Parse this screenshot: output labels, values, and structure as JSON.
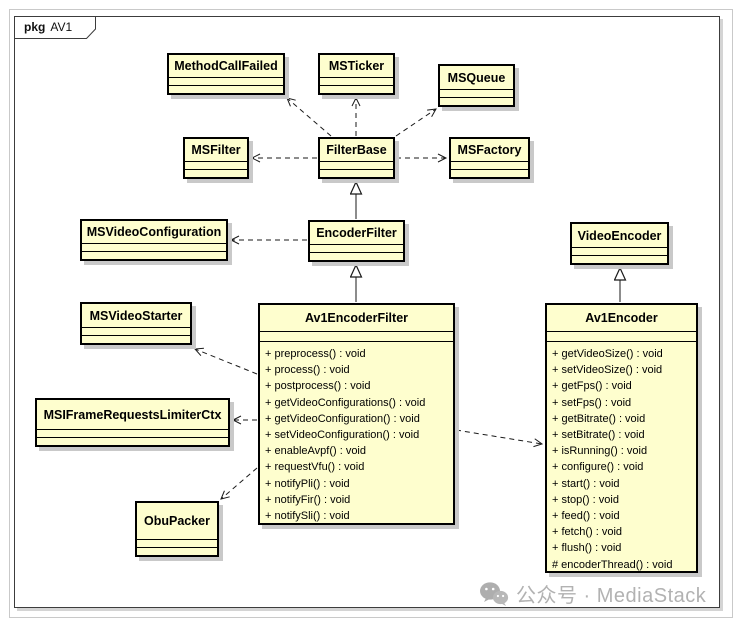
{
  "frame": {
    "keyword": "pkg",
    "title": "AV1"
  },
  "colors": {
    "class_fill": "#FEFECE",
    "class_border": "#000000",
    "shadow": "#C9C9C9",
    "frame_border": "#3C3C3C",
    "watermark_gray": "#B2B2B2"
  },
  "classes": {
    "methodCallFailed": {
      "name": "MethodCallFailed"
    },
    "msTicker": {
      "name": "MSTicker"
    },
    "msQueue": {
      "name": "MSQueue"
    },
    "msFilter": {
      "name": "MSFilter"
    },
    "filterBase": {
      "name": "FilterBase"
    },
    "msFactory": {
      "name": "MSFactory"
    },
    "msVideoConfiguration": {
      "name": "MSVideoConfiguration"
    },
    "encoderFilter": {
      "name": "EncoderFilter"
    },
    "videoEncoder": {
      "name": "VideoEncoder"
    },
    "msVideoStarter": {
      "name": "MSVideoStarter"
    },
    "msIFrameRequestsLimiterCtx": {
      "name": "MSIFrameRequestsLimiterCtx"
    },
    "obuPacker": {
      "name": "ObuPacker"
    },
    "av1EncoderFilter": {
      "name": "Av1EncoderFilter",
      "methods": [
        "+ preprocess() : void",
        "+ process() : void",
        "+ postprocess() : void",
        "+ getVideoConfigurations() : void",
        "+ getVideoConfiguration() : void",
        "+ setVideoConfiguration() : void",
        "+ enableAvpf() : void",
        "+ requestVfu() : void",
        "+ notifyPli() : void",
        "+ notifyFir() : void",
        "+ notifySli() : void"
      ]
    },
    "av1Encoder": {
      "name": "Av1Encoder",
      "methods": [
        "+ getVideoSize() : void",
        "+ setVideoSize() : void",
        "+ getFps() : void",
        "+ setFps() : void",
        "+ getBitrate() : void",
        "+ setBitrate() : void",
        "+ isRunning() : void",
        "+ configure() : void",
        "+ start() : void",
        "+ stop() : void",
        "+ feed() : void",
        "+ fetch() : void",
        "+ flush() : void",
        "# encoderThread() : void"
      ]
    }
  },
  "relationships": [
    {
      "from": "FilterBase",
      "to": "MethodCallFailed",
      "type": "dependency"
    },
    {
      "from": "FilterBase",
      "to": "MSTicker",
      "type": "dependency"
    },
    {
      "from": "FilterBase",
      "to": "MSQueue",
      "type": "dependency"
    },
    {
      "from": "FilterBase",
      "to": "MSFilter",
      "type": "dependency"
    },
    {
      "from": "FilterBase",
      "to": "MSFactory",
      "type": "dependency"
    },
    {
      "from": "EncoderFilter",
      "to": "FilterBase",
      "type": "generalization"
    },
    {
      "from": "EncoderFilter",
      "to": "MSVideoConfiguration",
      "type": "dependency"
    },
    {
      "from": "Av1EncoderFilter",
      "to": "EncoderFilter",
      "type": "generalization"
    },
    {
      "from": "Av1EncoderFilter",
      "to": "MSVideoStarter",
      "type": "dependency"
    },
    {
      "from": "Av1EncoderFilter",
      "to": "MSIFrameRequestsLimiterCtx",
      "type": "dependency"
    },
    {
      "from": "Av1EncoderFilter",
      "to": "ObuPacker",
      "type": "dependency"
    },
    {
      "from": "Av1EncoderFilter",
      "to": "Av1Encoder",
      "type": "dependency"
    },
    {
      "from": "Av1Encoder",
      "to": "VideoEncoder",
      "type": "generalization"
    }
  ],
  "watermark": {
    "label": "公众号 · MediaStack",
    "icon": "wechat-icon"
  }
}
